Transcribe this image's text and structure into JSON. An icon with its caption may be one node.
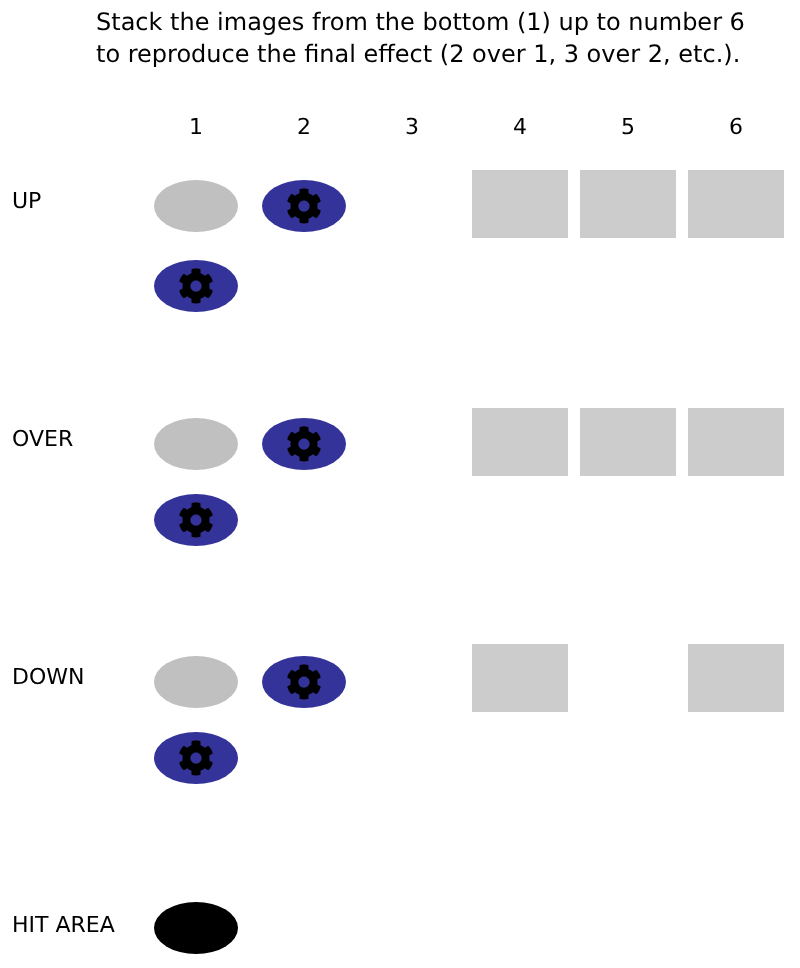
{
  "diagram": {
    "title": "Stack the images from the bottom (1) up to number 6 to reproduce the final effect (2 over 1, 3 over 2, etc.).",
    "nodes": [
      {
        "text": [],
        "shape": "ellipse"
      },
      {
        "text": [],
        "shape": "ellipse"
      },
      {
        "text": [],
        "shape": "box"
      },
      {
        "text": [],
        "shape": "box"
      },
      {
        "text": [],
        "shape": "box"
      },
      {
        "text": [],
        "shape": "ellipse"
      },
      {
        "text": [],
        "shape": "ellipse"
      },
      {
        "text": [],
        "shape": "ellipse"
      },
      {
        "text": [],
        "shape": "box"
      },
      {
        "text": [],
        "shape": "box"
      },
      {
        "text": [],
        "shape": "box"
      },
      {
        "text": [],
        "shape": "ellipse"
      },
      {
        "text": [],
        "shape": "ellipse"
      },
      {
        "text": [],
        "shape": "ellipse"
      },
      {
        "text": [],
        "shape": "box"
      },
      {
        "text": [],
        "shape": "box"
      },
      {
        "text": [],
        "shape": "ellipse"
      },
      {
        "text": [],
        "shape": "ellipse"
      }
    ],
    "edges": [],
    "labels": [
      "1",
      "2",
      "3",
      "4",
      "5",
      "6",
      "UP",
      "OVER",
      "DOWN",
      "HIT AREA"
    ]
  }
}
